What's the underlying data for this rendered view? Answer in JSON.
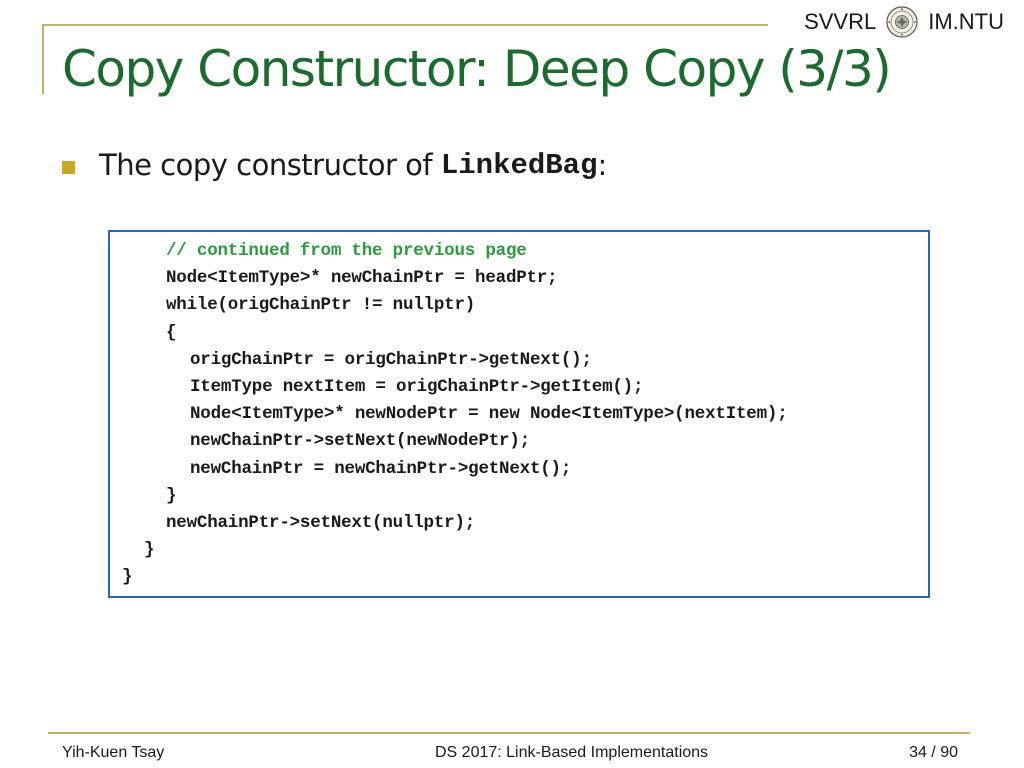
{
  "header": {
    "brand_left": "SVVRL",
    "brand_right": "IM.NTU",
    "logo_icon": "university-seal-icon"
  },
  "title": "Copy Constructor: Deep Copy (3/3)",
  "bullet": {
    "text_prefix": "The copy constructor of ",
    "code_word": "LinkedBag",
    "text_suffix": ":"
  },
  "code": {
    "lines": [
      "// continued from the previous page",
      "Node<ItemType>* newChainPtr = headPtr;",
      "while(origChainPtr != nullptr)",
      "{",
      "origChainPtr = origChainPtr->getNext();",
      "ItemType nextItem = origChainPtr->getItem();",
      "Node<ItemType>* newNodePtr = new Node<ItemType>(nextItem);",
      "newChainPtr->setNext(newNodePtr);",
      "newChainPtr = newChainPtr->getNext();",
      "}",
      "newChainPtr->setNext(nullptr);",
      "}",
      "}"
    ],
    "comment_color": "#2e9a3e"
  },
  "footer": {
    "author": "Yih-Kuen Tsay",
    "course": "DS 2017: Link-Based Implementations",
    "page_current": "34",
    "page_separator": " / ",
    "page_total": "90"
  },
  "colors": {
    "title": "#1b6b2e",
    "accent_gold": "#c8b162",
    "bullet": "#c8a822",
    "code_border": "#2866b8"
  }
}
